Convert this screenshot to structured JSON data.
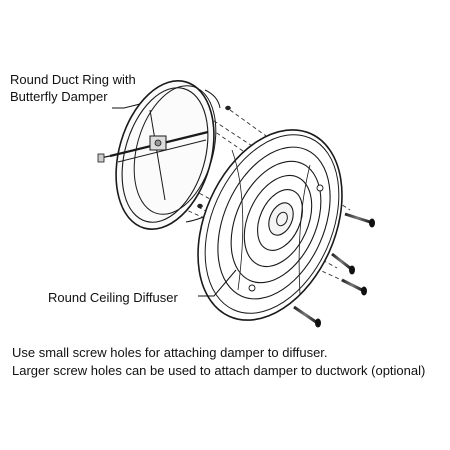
{
  "labels": {
    "ring_line1": "Round Duct Ring with",
    "ring_line2": "Butterfly Damper",
    "diffuser": "Round Ceiling Diffuser"
  },
  "notes": [
    "Use small screw holes for attaching damper to diffuser.",
    "Larger screw holes can be used to attach damper to ductwork  (optional)"
  ]
}
